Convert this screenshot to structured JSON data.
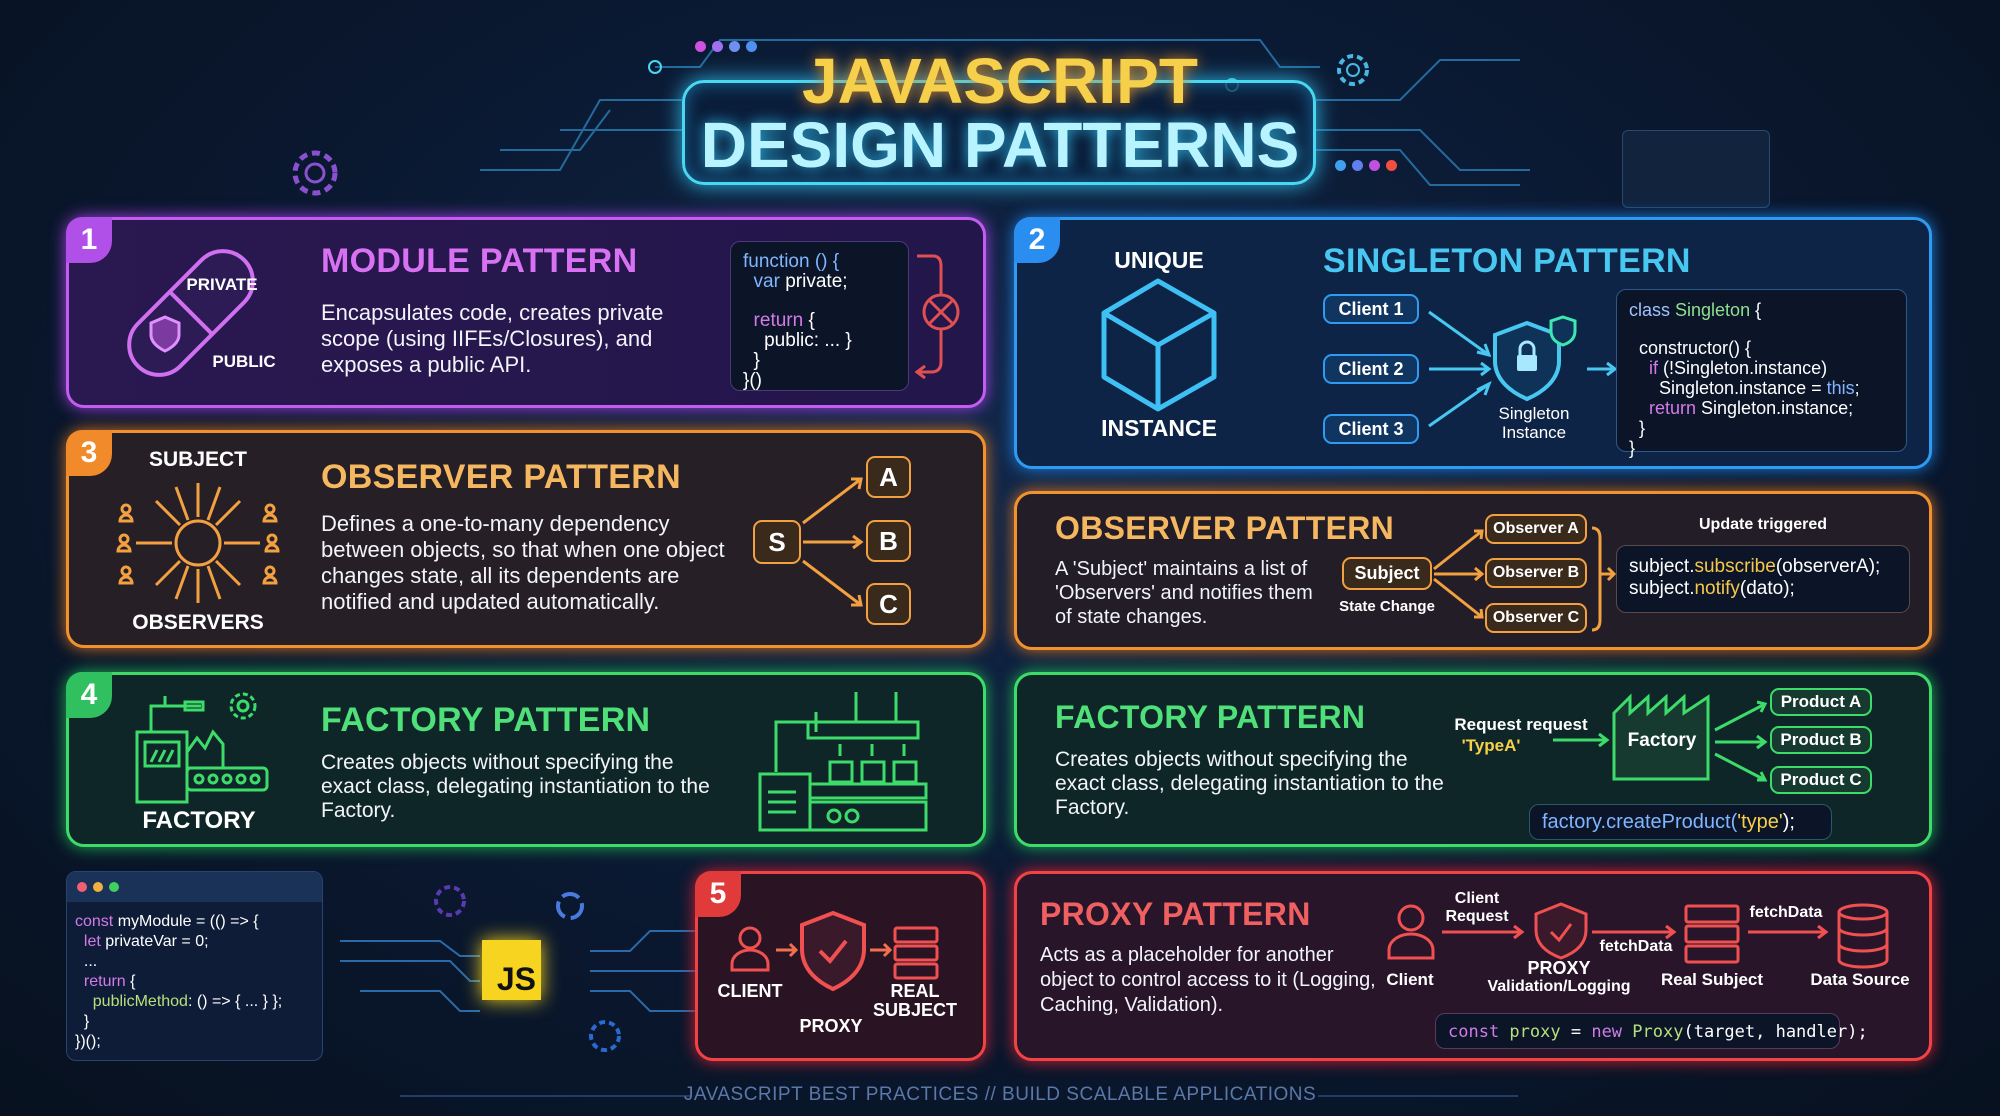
{
  "header": {
    "title_line1": "JAVASCRIPT",
    "title_line2": "DESIGN PATTERNS"
  },
  "colors": {
    "purple": "#c45cf2",
    "blue": "#2e9bf0",
    "orange": "#f2922e",
    "green": "#3ddc6a",
    "red": "#f04444",
    "cyan": "#48d8f0",
    "yellow": "#f6d04a"
  },
  "module": {
    "number": "1",
    "title": "MODULE PATTERN",
    "private_label": "PRIVATE",
    "public_label": "PUBLIC",
    "desc": "Encapsulates code, creates private scope (using IIFEs/Closures), and exposes a public API.",
    "code": [
      [
        [
          "function () {",
          "#7fb6ff"
        ]
      ],
      [
        [
          "  var ",
          "#7fb6ff"
        ],
        [
          "private;",
          "#ffffff"
        ]
      ],
      [
        [
          "",
          ""
        ]
      ],
      [
        [
          "  return ",
          "#d37be8"
        ],
        [
          "{",
          "#ffffff"
        ]
      ],
      [
        [
          "    public: ... }",
          "#ffffff"
        ]
      ],
      [
        [
          "  }",
          "#ffffff"
        ]
      ],
      [
        [
          "}()",
          "#ffffff"
        ]
      ]
    ]
  },
  "singleton": {
    "number": "2",
    "unique_label": "UNIQUE",
    "instance_label": "INSTANCE",
    "title": "SINGLETON PATTERN",
    "clients": [
      "Client 1",
      "Client 2",
      "Client 3"
    ],
    "center_label_1": "Singleton",
    "center_label_2": "Instance",
    "code": [
      [
        [
          "class ",
          "#9fc3ff"
        ],
        [
          "Singleton ",
          "#8fe08f"
        ],
        [
          "{",
          "#ffffff"
        ]
      ],
      [
        [
          "",
          ""
        ]
      ],
      [
        [
          "  constructor() {",
          "#ffffff"
        ]
      ],
      [
        [
          "    if ",
          "#d37be8"
        ],
        [
          "(!Singleton.instance)",
          "#ffffff"
        ]
      ],
      [
        [
          "      Singleton.instance = ",
          "#ffffff"
        ],
        [
          "this",
          "#7fb6ff"
        ],
        [
          ";",
          "#ffffff"
        ]
      ],
      [
        [
          "    return ",
          "#d37be8"
        ],
        [
          "Singleton.instance;",
          "#ffffff"
        ]
      ],
      [
        [
          "  }",
          "#ffffff"
        ]
      ],
      [
        [
          "}",
          "#ffffff"
        ]
      ]
    ]
  },
  "observer_main": {
    "number": "3",
    "subject_label": "SUBJECT",
    "observers_label": "OBSERVERS",
    "title": "OBSERVER PATTERN",
    "desc": "Defines a one-to-many dependency between objects, so that when one object changes state, all its dependents are notified and updated automatically.",
    "source_node": "S",
    "target_nodes": [
      "A",
      "B",
      "C"
    ]
  },
  "observer_alt": {
    "title": "OBSERVER PATTERN",
    "desc": "A 'Subject' maintains a list of 'Observers' and notifies them of state changes.",
    "subject": "Subject",
    "state_change": "State Change",
    "observers": [
      "Observer A",
      "Observer B",
      "Observer C"
    ],
    "update_label": "Update triggered",
    "code": [
      [
        [
          "subject.",
          "#ffffff"
        ],
        [
          "subscribe",
          "#f6c84a"
        ],
        [
          "(observerA);",
          "#ffffff"
        ]
      ],
      [
        [
          "subject.",
          "#ffffff"
        ],
        [
          "notify",
          "#f6c84a"
        ],
        [
          "(dato);",
          "#ffffff"
        ]
      ]
    ]
  },
  "factory_main": {
    "number": "4",
    "icon_label": "FACTORY",
    "title": "FACTORY PATTERN",
    "desc": "Creates objects without specifying the exact class, delegating instantiation to the Factory."
  },
  "factory_alt": {
    "title": "FACTORY PATTERN",
    "desc": "Creates objects without specifying the exact class, delegating instantiation to the Factory.",
    "request_label": "Request request",
    "request_type": "'TypeA'",
    "factory": "Factory",
    "products": [
      "Product A",
      "Product B",
      "Product C"
    ],
    "code": [
      [
        [
          "factory.createProduct(",
          "#7fb6ff"
        ],
        [
          "'type'",
          "#f6d04a"
        ],
        [
          ");",
          "#ffffff"
        ]
      ]
    ]
  },
  "code_window": {
    "code": [
      [
        [
          "const ",
          "#d37be8"
        ],
        [
          "myModule = (() => {",
          "#ffffff"
        ]
      ],
      [
        [
          "  let ",
          "#d37be8"
        ],
        [
          "privateVar = 0;",
          "#ffffff"
        ]
      ],
      [
        [
          "  ...",
          "#ffffff"
        ]
      ],
      [
        [
          "  return ",
          "#d37be8"
        ],
        [
          "{",
          "#ffffff"
        ]
      ],
      [
        [
          "    publicMethod",
          "#b7e07a"
        ],
        [
          ": () => { ... } };",
          "#ffffff"
        ]
      ],
      [
        [
          "  }",
          "#ffffff"
        ]
      ],
      [
        [
          "})();",
          "#ffffff"
        ]
      ]
    ]
  },
  "js_badge": "JS",
  "proxy_mini": {
    "number": "5",
    "client": "CLIENT",
    "proxy": "PROXY",
    "real_1": "REAL",
    "real_2": "SUBJECT"
  },
  "proxy": {
    "title": "PROXY PATTERN",
    "desc": "Acts as a placeholder for another object to control access to it (Logging, Caching, Validation).",
    "client_request_1": "Client",
    "client_request_2": "Request",
    "client": "Client",
    "proxy": "PROXY",
    "proxy_sub": "Validation/Logging",
    "fetch_1": "fetchData",
    "real_subject": "Real Subject",
    "fetch_2": "fetchData",
    "data_source": "Data Source",
    "code": [
      [
        [
          "const ",
          "#d37be8"
        ],
        [
          "proxy ",
          "#b7e07a"
        ],
        [
          "= ",
          "#ffffff"
        ],
        [
          "new ",
          "#d37be8"
        ],
        [
          "Proxy",
          "#b7e07a"
        ],
        [
          "(target, handler);",
          "#ffffff"
        ]
      ]
    ]
  },
  "footer": "JAVASCRIPT BEST PRACTICES // BUILD SCALABLE APPLICATIONS"
}
